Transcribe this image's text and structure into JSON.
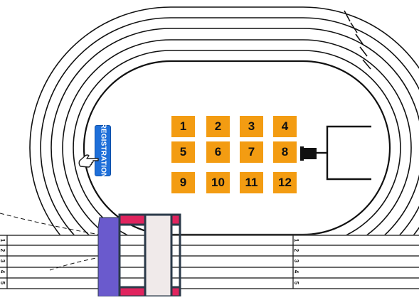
{
  "colors": {
    "booth": "#f39c12",
    "registration": "#1e6fd9",
    "track_line": "#111111",
    "gate_body": "#6a5acd",
    "gate_frame": "#2b3a4a",
    "gate_accent": "#e0245e"
  },
  "registration": {
    "label": "REGISTRATION",
    "pointer_icon": "hand-pointer-icon"
  },
  "booths": [
    "1",
    "2",
    "3",
    "4",
    "5",
    "6",
    "7",
    "8",
    "9",
    "10",
    "11",
    "12"
  ],
  "lanes_left": [
    "1",
    "2",
    "3",
    "4",
    "5"
  ],
  "lanes_right": [
    "1",
    "2",
    "3",
    "4",
    "5"
  ]
}
